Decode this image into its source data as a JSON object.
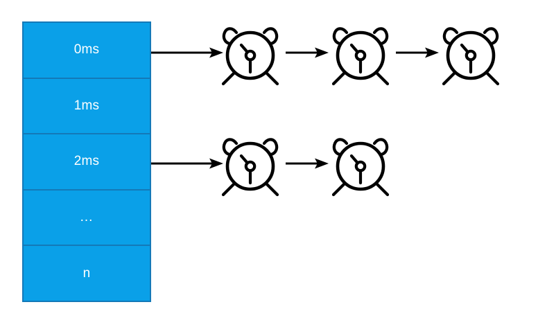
{
  "diagram": {
    "title": "timer-wheel-with-expiring-timers",
    "background_color": "#ffffff",
    "stroke_color": "#000000",
    "table": {
      "name": "timer-wheel-slots",
      "fill_color": "#0aa0e8",
      "border_color": "#1479b8",
      "text_color": "#ffffff",
      "rows": [
        {
          "label": "0ms",
          "has_chain": true
        },
        {
          "label": "1ms",
          "has_chain": false
        },
        {
          "label": "2ms",
          "has_chain": true
        },
        {
          "label": "...",
          "has_chain": false
        },
        {
          "label": "n",
          "has_chain": false
        }
      ]
    },
    "chains": [
      {
        "name": "chain-row-0ms",
        "source_row": "0ms",
        "clock_count": 3,
        "arrow_count": 3,
        "clock_label": "alarm-clock-icon"
      },
      {
        "name": "chain-row-2ms",
        "source_row": "2ms",
        "clock_count": 2,
        "arrow_count": 2,
        "clock_label": "alarm-clock-icon"
      }
    ]
  }
}
